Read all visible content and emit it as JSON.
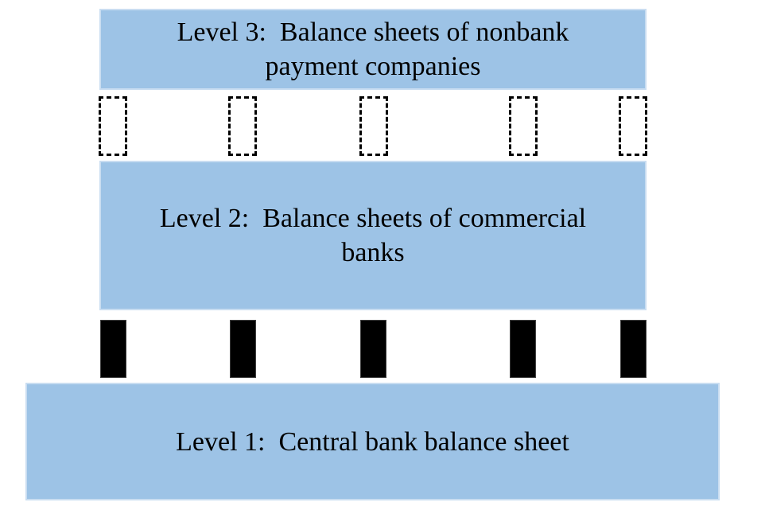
{
  "figure": {
    "background": "#ffffff",
    "box_fill": "#9dc3e6",
    "box_border": "#c9ddf1",
    "connector_color": "#000000",
    "text_color": "#000000"
  },
  "levels": {
    "level3": {
      "line1": "Level 3:  Balance sheets of nonbank",
      "line2": "payment companies"
    },
    "level2": {
      "line1": "Level 2:  Balance sheets of commercial",
      "line2": "banks"
    },
    "level1": {
      "line1": "Level 1:  Central bank balance sheet"
    }
  },
  "connectors": {
    "between_level3_and_level2": {
      "style": "dashed",
      "count": 5
    },
    "between_level2_and_level1": {
      "style": "solid",
      "count": 5
    }
  }
}
